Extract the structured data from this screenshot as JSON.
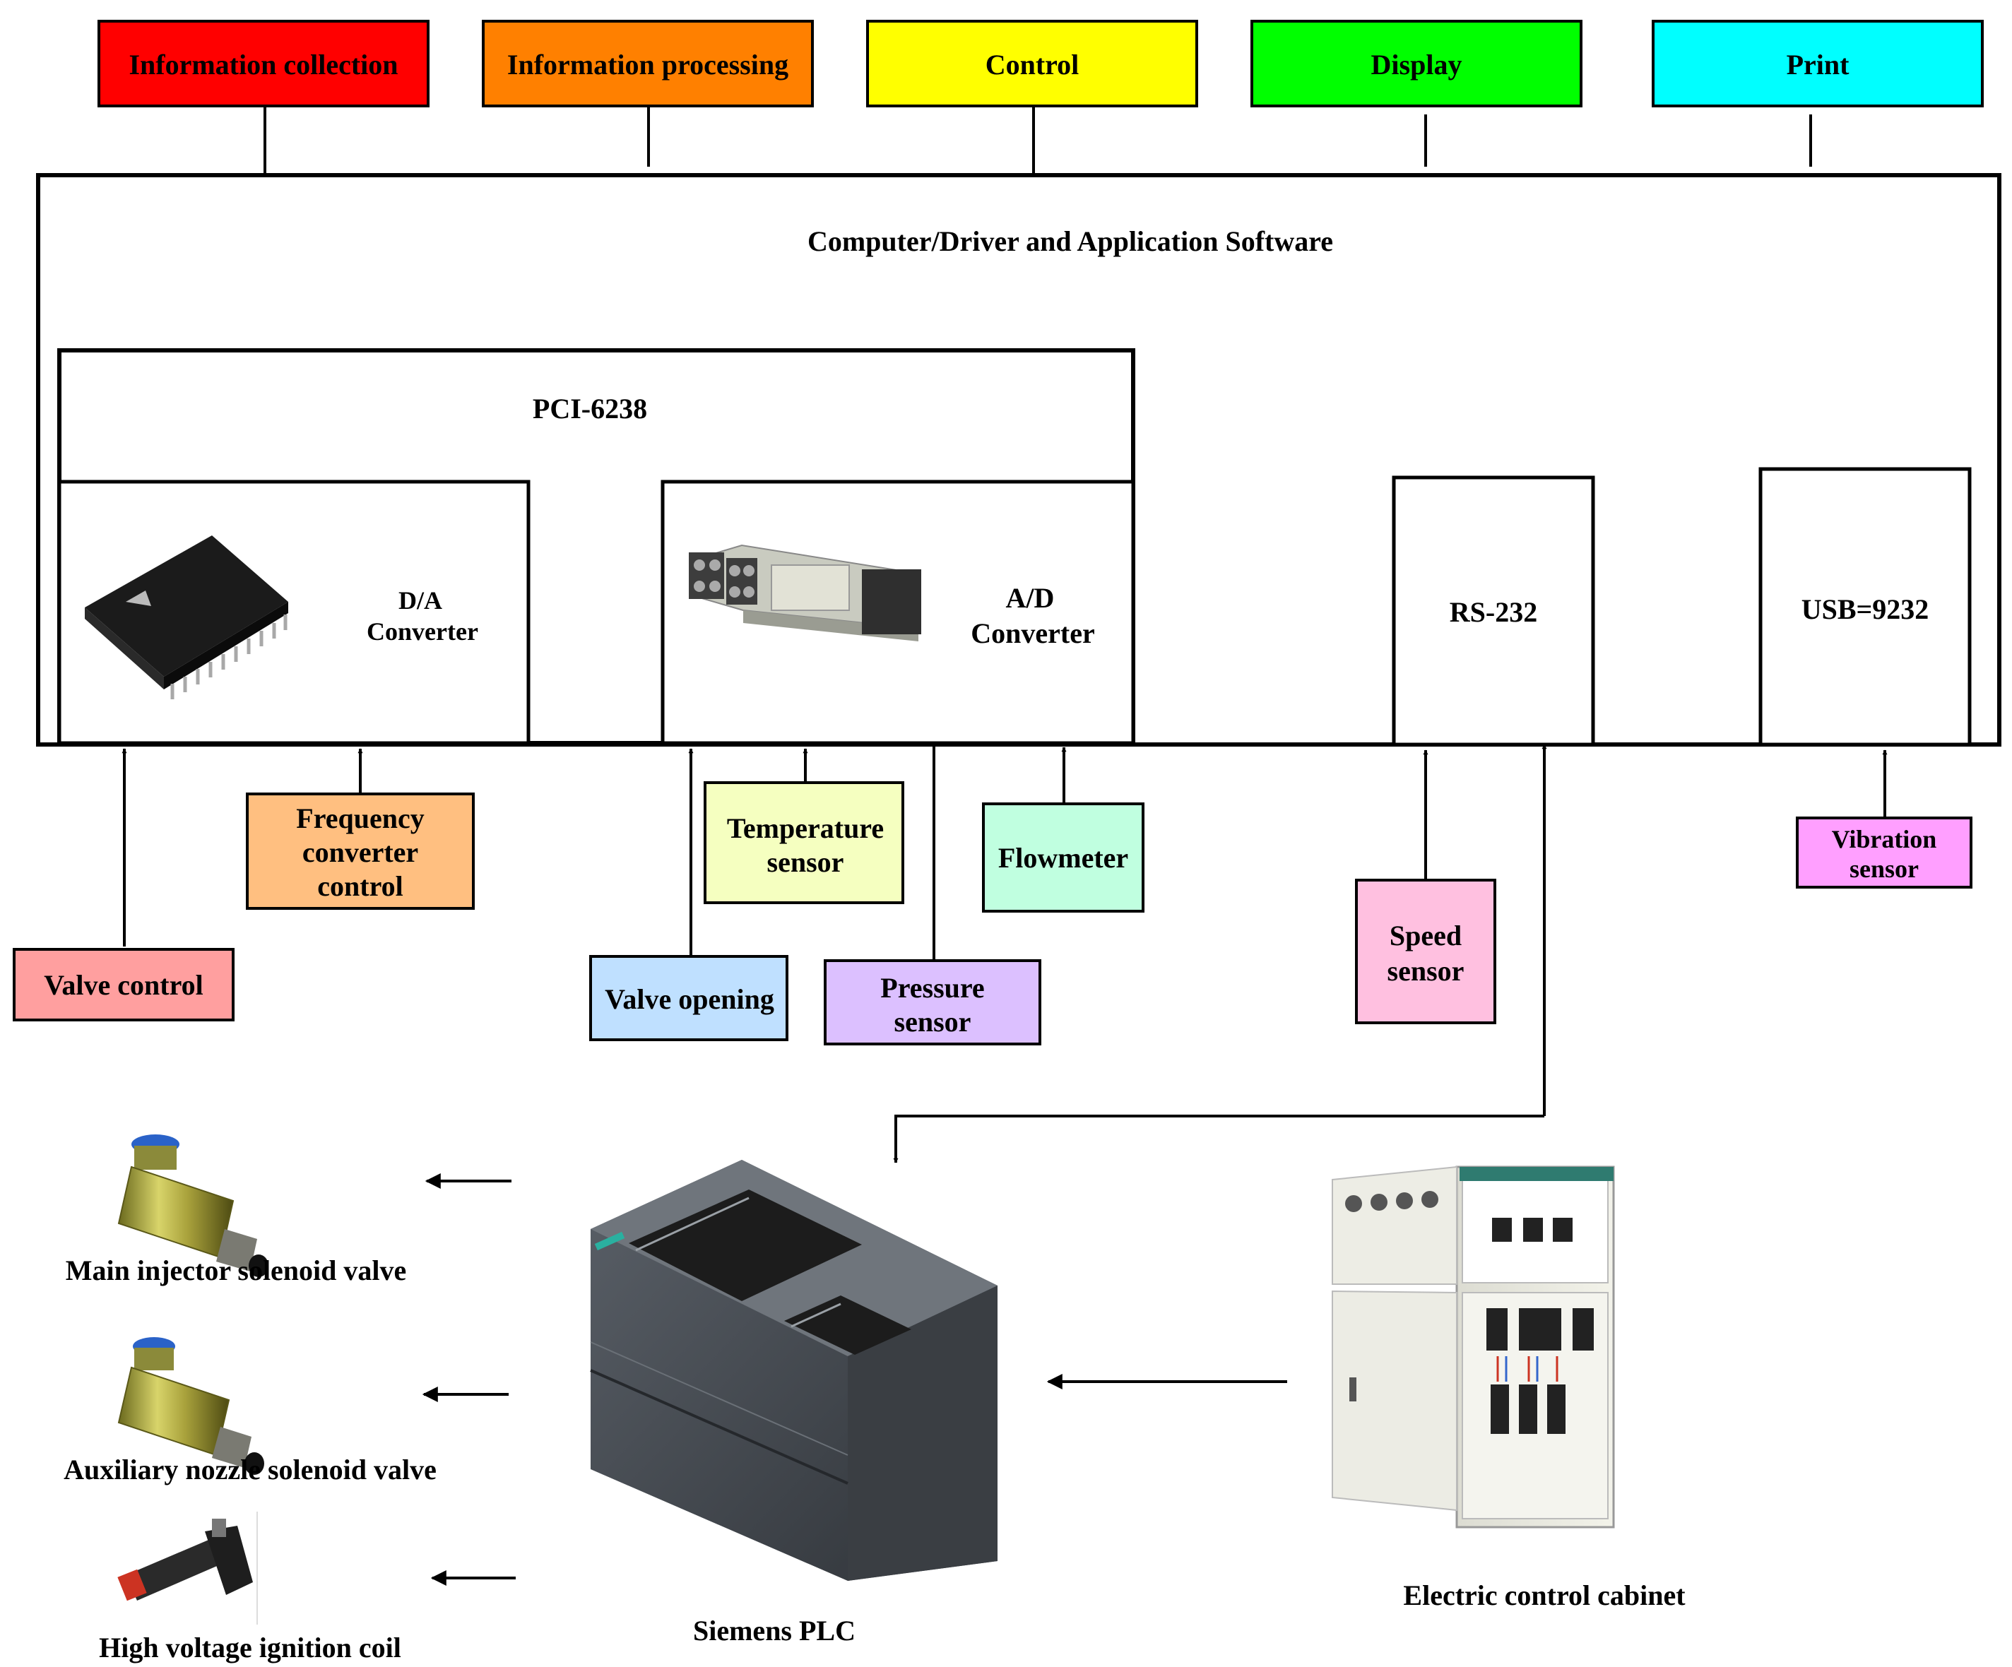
{
  "top_functions": {
    "info_collection": "Information collection",
    "info_processing": "Information processing",
    "control": "Control",
    "display": "Display",
    "print": "Print"
  },
  "computer": {
    "title": "Computer/Driver and Application Software"
  },
  "pci": {
    "title": "PCI-6238",
    "da_line1": "D/A",
    "da_line2": "Converter",
    "ad_line1": "A/D",
    "ad_line2": "Converter"
  },
  "ports": {
    "rs232": "RS-232",
    "usb": "USB=9232"
  },
  "inputs": {
    "valve_control": "Valve control",
    "freq_line1": "Frequency",
    "freq_line2": "converter",
    "freq_line3": "control",
    "valve_opening": "Valve opening",
    "temp_line1": "Temperature",
    "temp_line2": "sensor",
    "pressure_line1": "Pressure",
    "pressure_line2": "sensor",
    "flowmeter": "Flowmeter",
    "speed_line1": "Speed",
    "speed_line2": "sensor",
    "vibration_line1": "Vibration",
    "vibration_line2": "sensor"
  },
  "actuators": {
    "main_injector": "Main injector solenoid valve",
    "aux_nozzle": "Auxiliary nozzle solenoid valve",
    "ignition_coil": "High voltage ignition coil"
  },
  "plc": {
    "label": "Siemens PLC"
  },
  "cabinet": {
    "label": "Electric control cabinet"
  },
  "colors": {
    "info_collection": "#ff0000",
    "info_processing": "#ff8000",
    "control": "#ffff00",
    "display": "#00ff00",
    "print": "#00ffff",
    "valve_control": "#ff9f9f",
    "freq_control": "#ffbf80",
    "valve_opening": "#bfe0ff",
    "temperature": "#f5ffc0",
    "pressure": "#dcc0ff",
    "flowmeter": "#c0ffe0",
    "speed": "#ffc0e0",
    "vibration": "#ff9fff"
  }
}
